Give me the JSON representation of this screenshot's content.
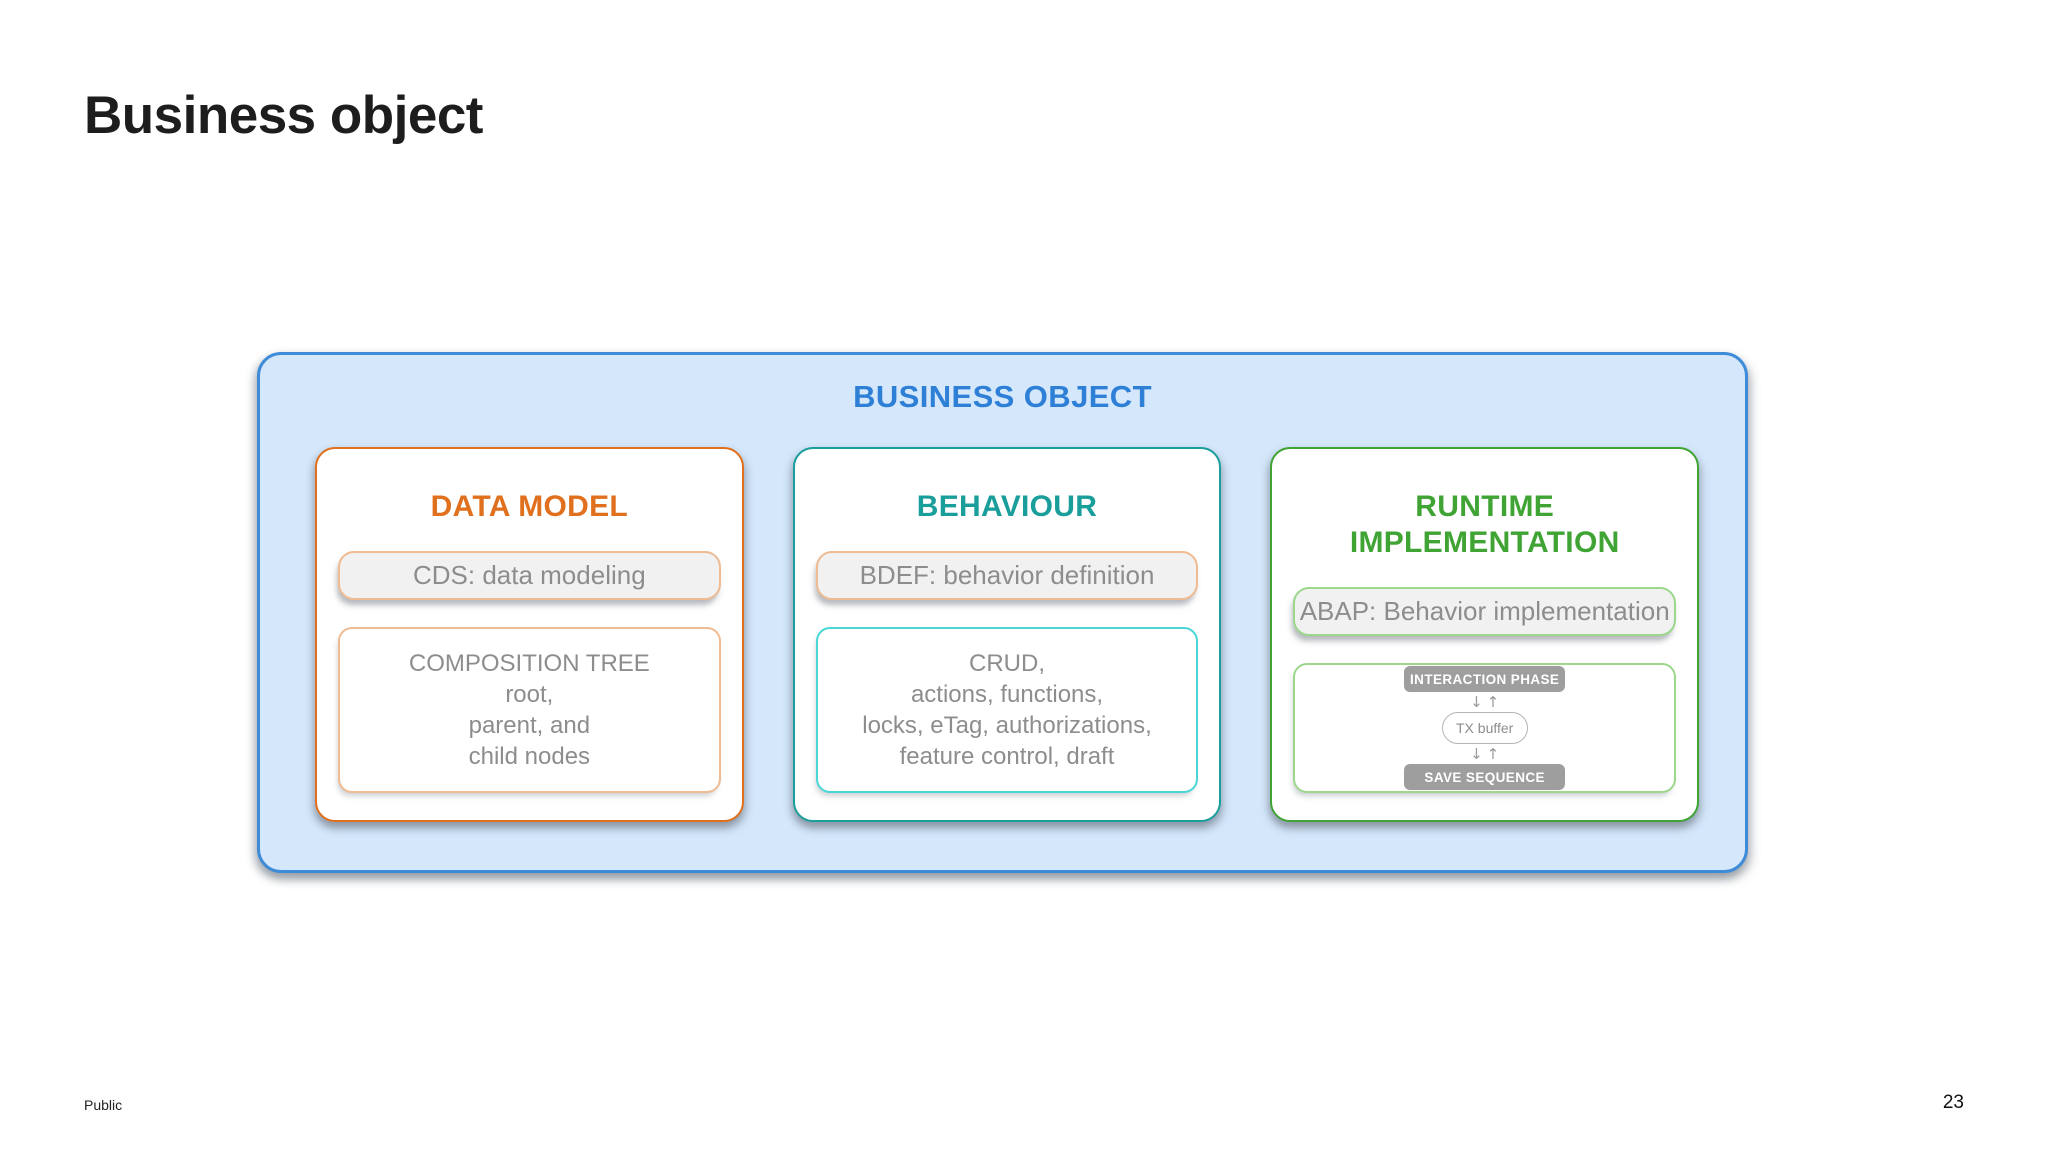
{
  "slide": {
    "title": "Business object",
    "footer_left": "Public",
    "page_number": "23"
  },
  "colors": {
    "container_border": "#3e8cd8",
    "container_fill": "#d4e7fb",
    "container_title": "#2e7fd6",
    "orange": "#e0701d",
    "peach": "#eebb92",
    "teal": "#1a9e9b",
    "cyan": "#49d6d6",
    "green": "#3fa433",
    "green_light": "#9cd78c",
    "gray_text": "#8d8d8d",
    "pill_bg": "#f1f1f1",
    "node_gray": "#9e9e9e"
  },
  "diagram": {
    "container_title": "BUSINESS OBJECT",
    "panels": [
      {
        "title": "DATA MODEL",
        "pill": "CDS: data modeling",
        "box_lines": [
          "COMPOSITION TREE",
          "root,",
          "parent, and",
          "child nodes"
        ]
      },
      {
        "title": "BEHAVIOUR",
        "pill": "BDEF: behavior definition",
        "box_lines": [
          "CRUD,",
          "actions, functions,",
          "locks, eTag, authorizations,",
          "feature control, draft"
        ]
      },
      {
        "title": "RUNTIME IMPLEMENTATION",
        "pill": "ABAP: Behavior implementation",
        "flow": {
          "top": "INTERACTION PHASE",
          "middle": "TX buffer",
          "bottom": "SAVE SEQUENCE",
          "arrow_down": "↓",
          "arrow_up": "↑"
        }
      }
    ]
  }
}
